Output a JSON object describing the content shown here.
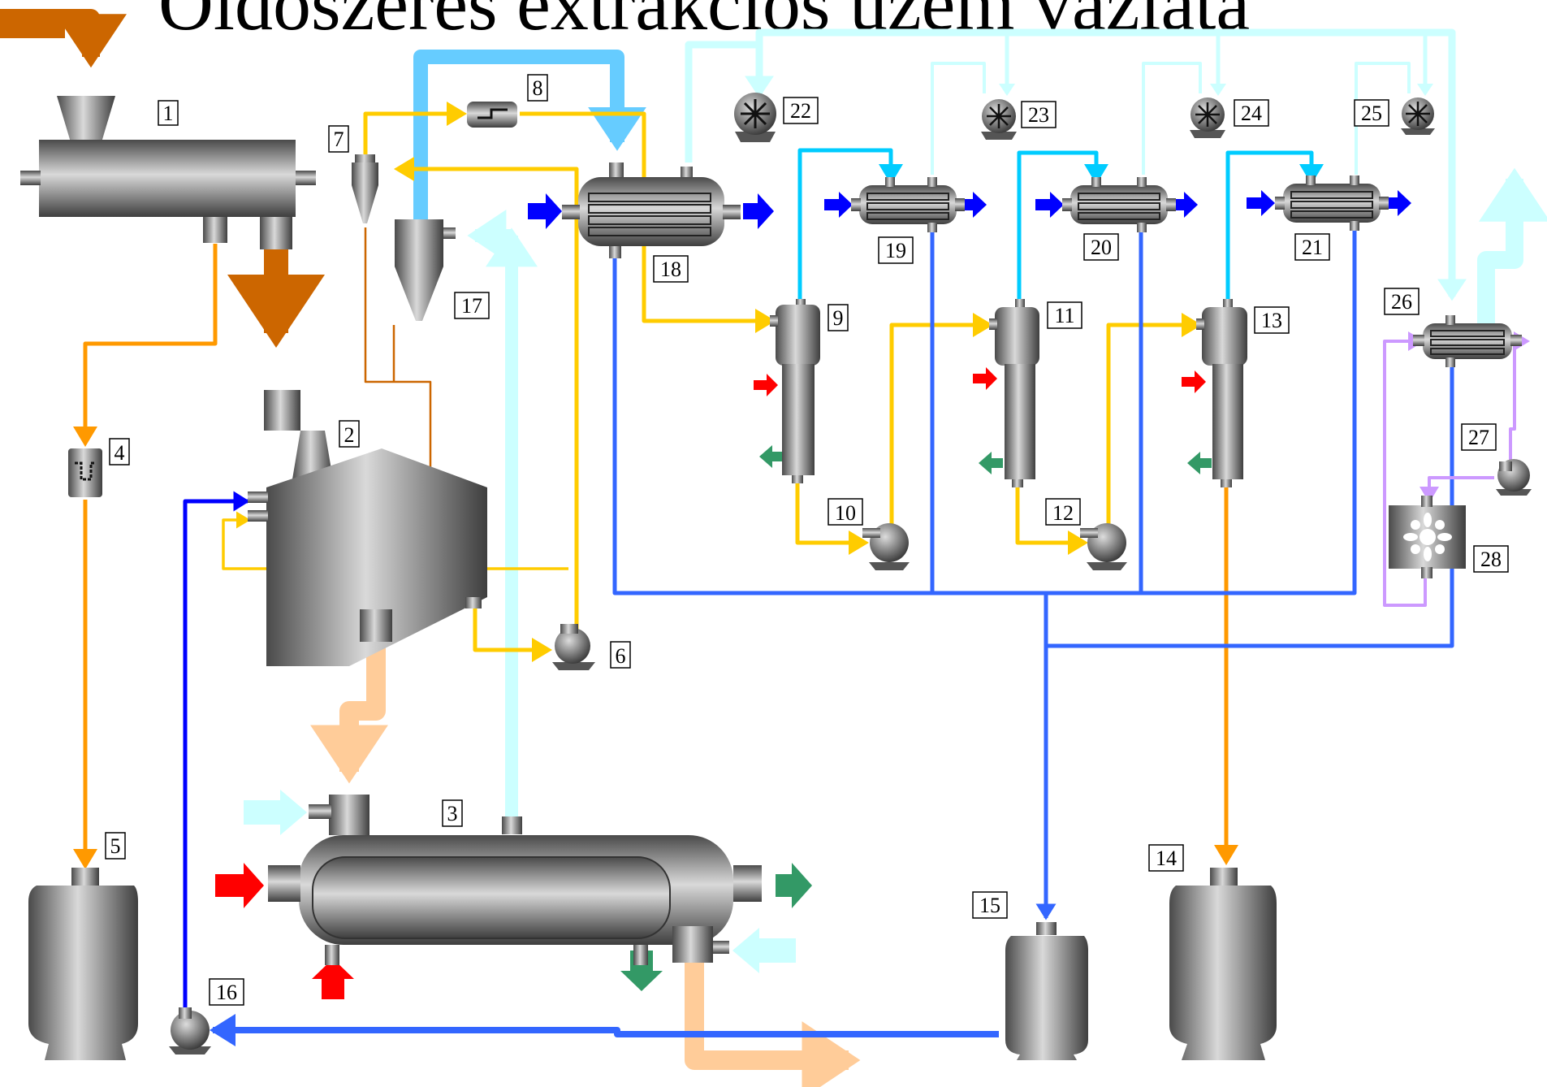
{
  "title": "Oldószeres extrakciós üzem vázlata",
  "numbers": [
    "1",
    "2",
    "3",
    "4",
    "5",
    "6",
    "7",
    "8",
    "9",
    "10",
    "11",
    "12",
    "13",
    "14",
    "15",
    "16",
    "17",
    "18",
    "19",
    "20",
    "21",
    "22",
    "23",
    "24",
    "25",
    "26",
    "27",
    "28"
  ],
  "colors": {
    "solid_feed": "#cc6600",
    "light_product": "#ffcc99",
    "extract_orange": "#ff9900",
    "solvent_yellow": "#ffcc00",
    "vapor_light_blue": "#ccffff",
    "vapor_mid_blue": "#66ccff",
    "cooling_cyan": "#00ccff",
    "recycle_blue": "#3366ff",
    "heating_in_red": "#ff0000",
    "condensate_out_green": "#339966",
    "cooling_water_blue": "#0000ff",
    "purple_loop": "#cc99ff",
    "equipment_gray": "#8c8c8c"
  }
}
